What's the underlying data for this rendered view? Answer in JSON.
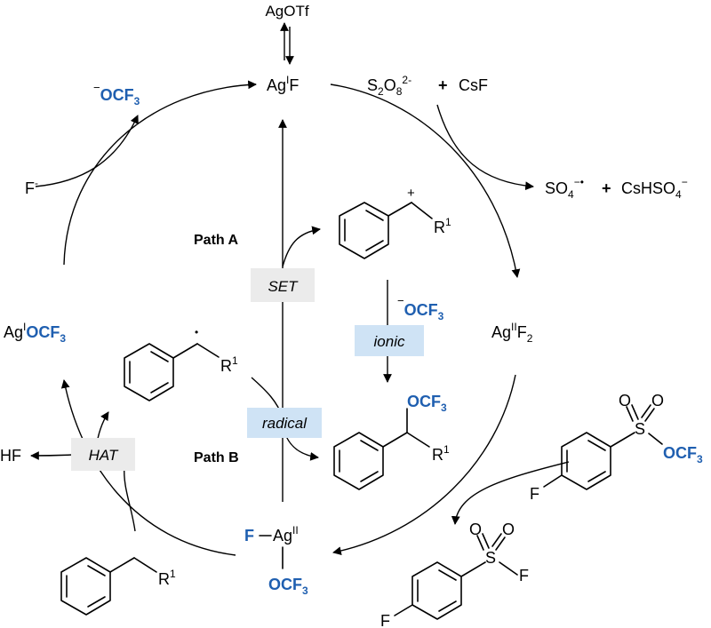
{
  "colors": {
    "accent_blue": "#1f5fb0",
    "set_box": "#ebebeb",
    "hat_box": "#ebebeb",
    "ionic_box": "#cfe3f5",
    "radical_box": "#cfe3f5"
  },
  "species": {
    "agotf": "AgOTf",
    "agf_main": "Ag",
    "agf_sup": "I",
    "agf_rest": "F",
    "persulfate_base": "S",
    "persulfate_sub1": "2",
    "persulfate_o": "O",
    "persulfate_sub2": "8",
    "persulfate_charge": "2-",
    "plus1": "+",
    "csf": "CsF",
    "so4_base": "SO",
    "so4_sub": "4",
    "so4_charge": "−•",
    "plus2": "+",
    "cshso4_base": "CsHSO",
    "cshso4_sub": "4",
    "cshso4_charge": "−",
    "agf2_main": "Ag",
    "agf2_sup": "II",
    "agf2_f": "F",
    "agf2_sub": "2",
    "ocf3_anion_charge": "−",
    "ocf3_anion": "OCF",
    "ocf3_anion_sub": "3",
    "fluoride_base": "F",
    "fluoride_charge": "-",
    "agocf3_main": "Ag",
    "agocf3_sup": "I",
    "agocf3_ocf3": "OCF",
    "agocf3_sub": "3",
    "hf": "HF",
    "complex_f": "F",
    "complex_ag": "Ag",
    "complex_sup": "II",
    "complex_ocf3": "OCF",
    "complex_sub": "3",
    "cation_plus": "+",
    "r_label": "R",
    "r_sup": "1",
    "radical_dot": "•",
    "ionic_charge": "−",
    "ionic_ocf3": "OCF",
    "ionic_sub": "3",
    "product_ocf3": "OCF",
    "product_sub": "3",
    "reagent_o1": "O",
    "reagent_o2": "O",
    "reagent_s": "S",
    "reagent_ocf3": "OCF",
    "reagent_sub": "3",
    "reagent_f": "F",
    "byproduct_o1": "O",
    "byproduct_o2": "O",
    "byproduct_s": "S",
    "byproduct_f_right": "F",
    "byproduct_f": "F"
  },
  "labels": {
    "path_a": "Path A",
    "path_b": "Path B",
    "set": "SET",
    "ionic": "ionic",
    "radical": "radical",
    "hat": "HAT"
  }
}
